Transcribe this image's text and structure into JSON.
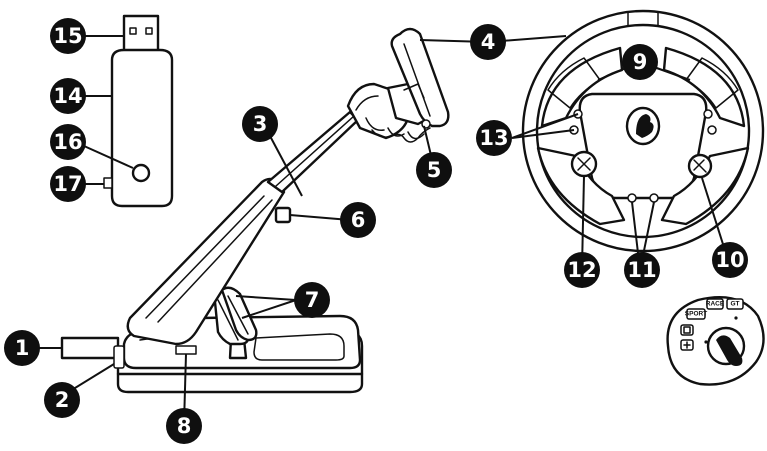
{
  "callouts": [
    "15",
    "14",
    "16",
    "17",
    "3",
    "4",
    "9",
    "13",
    "5",
    "6",
    "7",
    "1",
    "2",
    "8",
    "12",
    "11",
    "10"
  ],
  "mode_labels": {
    "race": "RACE",
    "gt": "GT",
    "sport": "SPORT"
  },
  "icons": [
    "usb-dongle-icon",
    "racing-wheel-icon",
    "pedal-set-icon",
    "wheel-face-icon",
    "mode-selector-icon"
  ]
}
